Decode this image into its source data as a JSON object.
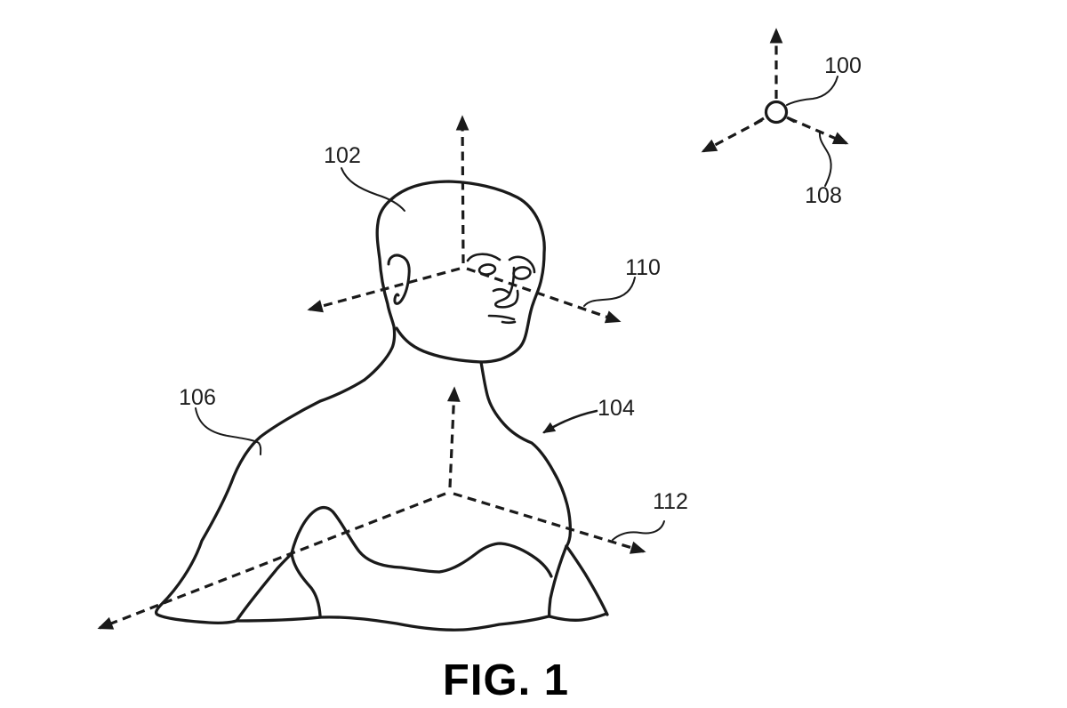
{
  "figure": {
    "caption": "FIG. 1",
    "labels": {
      "user_frame": "100",
      "head": "102",
      "body": "104",
      "left_shoulder": "106",
      "user_axes": "108",
      "head_axes": "110",
      "body_axes": "112"
    },
    "colors": {
      "ink": "#1a1a1a",
      "background": "#ffffff"
    }
  }
}
